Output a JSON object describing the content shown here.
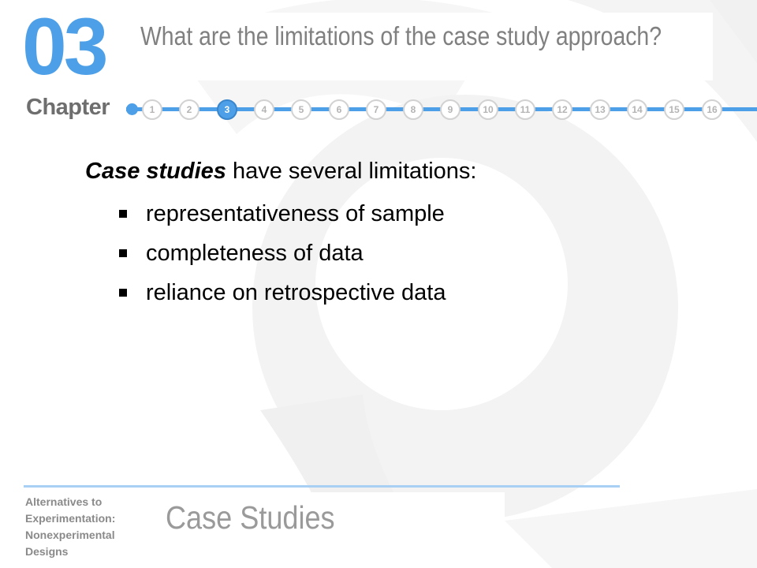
{
  "chapter": {
    "number": "03",
    "word": "Chapter"
  },
  "title": "What are the limitations of the case study approach?",
  "progress": {
    "steps": [
      "1",
      "2",
      "3",
      "4",
      "5",
      "6",
      "7",
      "8",
      "9",
      "10",
      "11",
      "12",
      "13",
      "14",
      "15",
      "16"
    ],
    "current": 3
  },
  "content": {
    "lead_em": "Case studies",
    "lead_rest": " have several limitations:",
    "bullets": [
      "representativeness of sample",
      "completeness of data",
      "reliance on retrospective data"
    ]
  },
  "footer": {
    "book_title_lines": [
      "Alternatives to",
      "Experimentation:",
      "Nonexperimental",
      "Designs"
    ],
    "section": "Case Studies"
  },
  "colors": {
    "accent": "#4da0e8",
    "text_gray": "#808080"
  }
}
